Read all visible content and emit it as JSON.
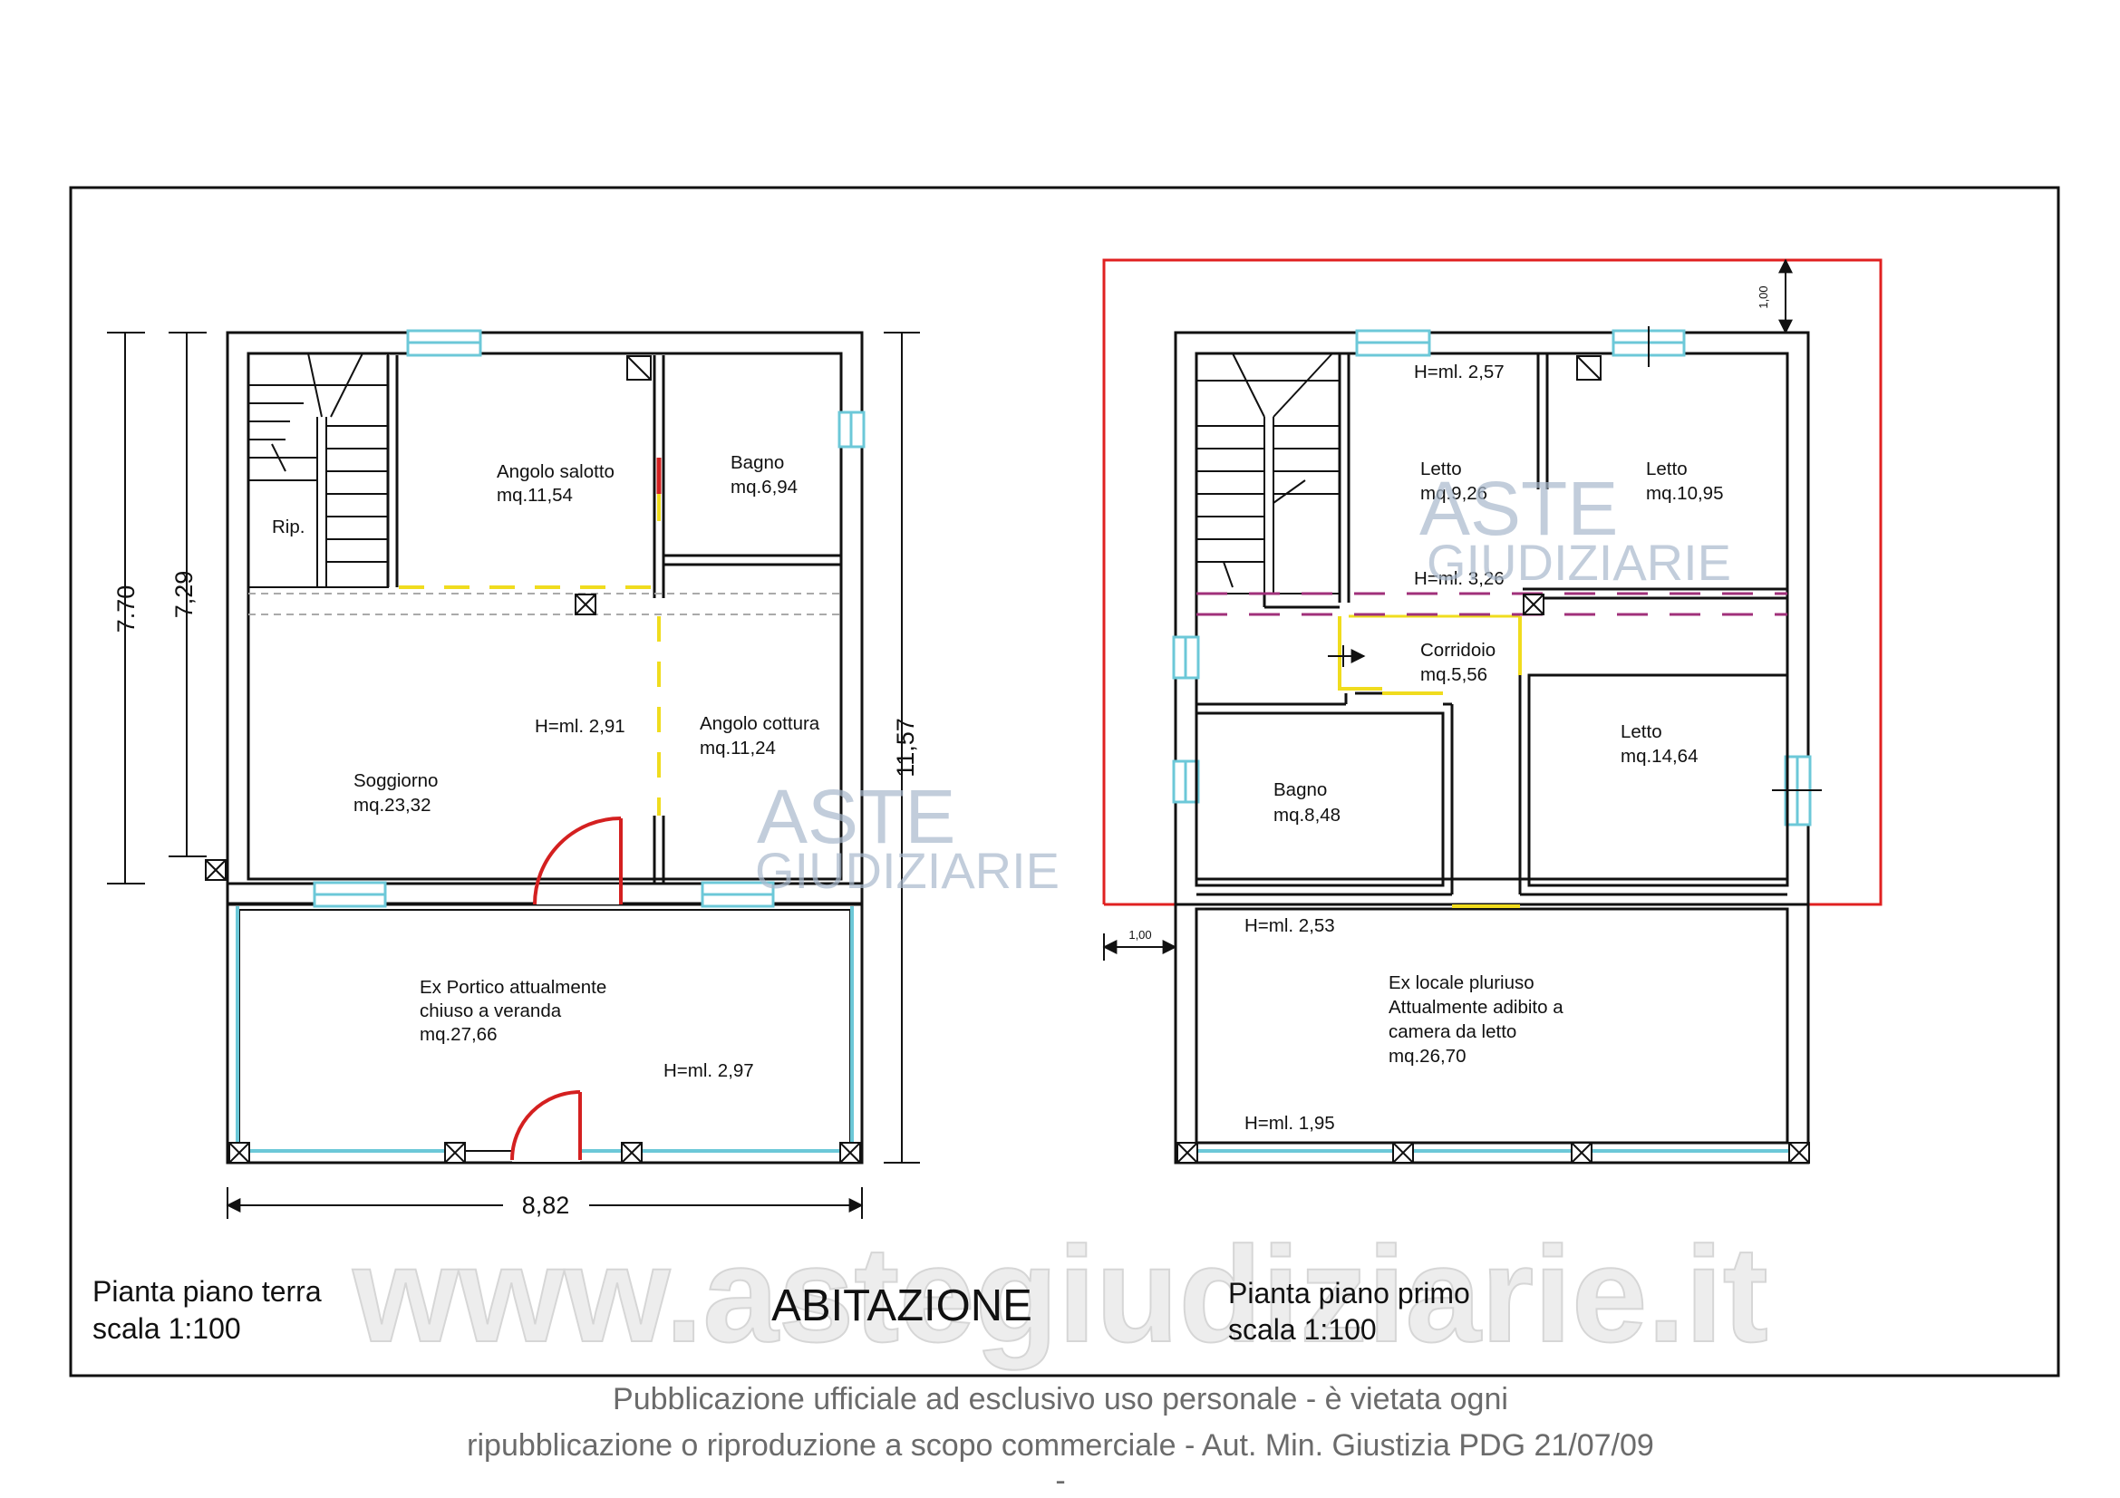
{
  "title": "ABITAZIONE",
  "watermark": {
    "url": "www.astegiudiziarie.it",
    "logo_line1": "ASTE",
    "logo_line2": "GIUDIZIARIE"
  },
  "footer": {
    "line1": "Pubblicazione ufficiale ad esclusivo uso personale - è vietata ogni",
    "line2": "ripubblicazione o riproduzione a scopo commerciale - Aut. Min. Giustizia PDG 21/07/09",
    "line3": "-"
  },
  "ground_floor": {
    "caption": "Pianta piano terra",
    "scale": "scala 1:100",
    "dimensions": {
      "height_total": "7.70",
      "height_inner": "7,29",
      "height_full": "11,57",
      "width": "8,82"
    },
    "rooms": {
      "rip": "Rip.",
      "salotto_name": "Angolo salotto",
      "salotto_area": "mq.11,54",
      "bagno_name": "Bagno",
      "bagno_area": "mq.6,94",
      "cottura_name": "Angolo cottura",
      "cottura_area": "mq.11,24",
      "soggiorno_name": "Soggiorno",
      "soggiorno_area": "mq.23,32",
      "soggiorno_height": "H=ml. 2,91",
      "portico_line1": "Ex Portico attualmente",
      "portico_line2": "chiuso a veranda",
      "portico_area": "mq.27,66",
      "portico_height": "H=ml. 2,97"
    }
  },
  "first_floor": {
    "caption": "Pianta piano primo",
    "scale": "scala 1:100",
    "dimensions": {
      "offset_top": "1,00",
      "offset_left": "1,00"
    },
    "rooms": {
      "height_top": "H=ml. 2,57",
      "letto1_name": "Letto",
      "letto1_area": "mq.9,26",
      "letto2_name": "Letto",
      "letto2_area": "mq.10,95",
      "height_mid": "H=ml. 3,26",
      "corridoio_name": "Corridoio",
      "corridoio_area": "mq.5,56",
      "letto3_name": "Letto",
      "letto3_area": "mq.14,64",
      "bagno_name": "Bagno",
      "bagno_area": "mq.8,48",
      "locale_height_top": "H=ml. 2,53",
      "locale_line1": "Ex locale pluriuso",
      "locale_line2": "Attualmente adibito a",
      "locale_line3": "camera da  letto",
      "locale_area": "mq.26,70",
      "locale_height_bottom": "H=ml. 1,95"
    }
  },
  "colors": {
    "wall": "#111111",
    "window": "#6cc8d8",
    "door": "#d42020",
    "yellow_line": "#f0dc1e",
    "purple_line": "#a0307a",
    "red_outline": "#e02020",
    "watermark_logo": "#a9b9cd"
  }
}
